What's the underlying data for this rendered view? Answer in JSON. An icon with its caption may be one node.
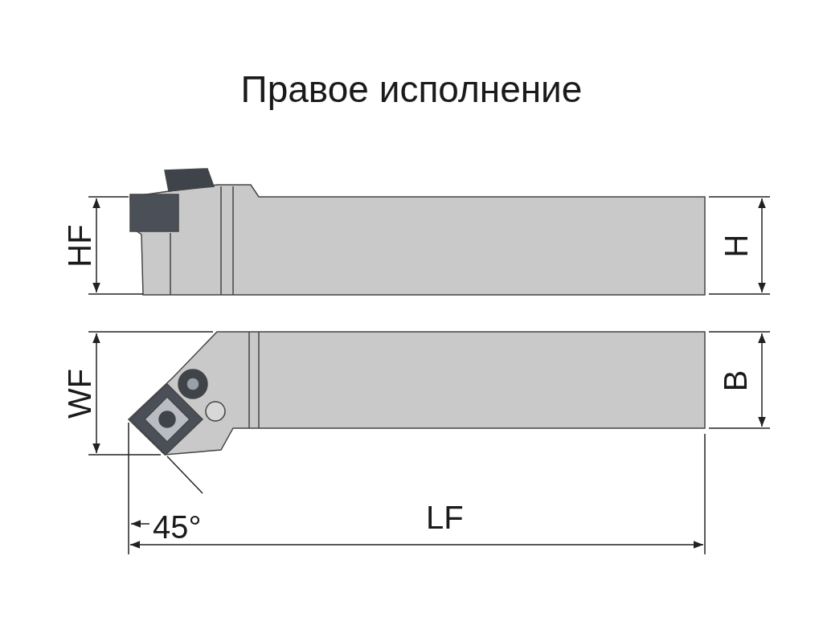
{
  "diagram": {
    "title": "Правое исполнение",
    "labels": [
      "HF",
      "H",
      "WF",
      "B",
      "45°",
      "LF"
    ]
  }
}
